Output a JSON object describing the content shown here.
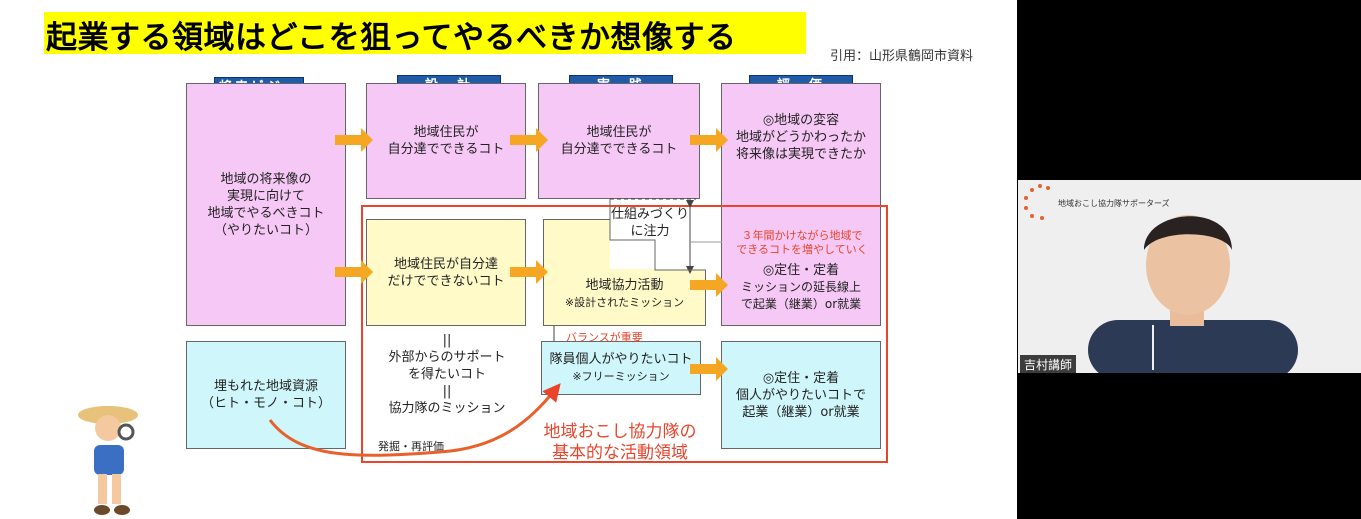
{
  "slide": {
    "title": "起業する領域はどこを狙ってやるべきか想像する",
    "citation": "引用：山形県鶴岡市資料",
    "headers": [
      "将来ビジョン",
      "設　計",
      "実　践",
      "評　価"
    ],
    "vision_box": [
      "地域の将来像の",
      "実現に向けて",
      "地域でやるべきコト",
      "（やりたいコト）"
    ],
    "design_box": [
      "地域住民が",
      "自分達でできるコト"
    ],
    "practice_box": [
      "地域住民が",
      "自分達でできるコト"
    ],
    "eval_box": [
      "◎地域の変容",
      "地域がどうかわったか",
      "将来像は実現できたか"
    ],
    "buried_box": [
      "埋もれた地域資源",
      "（ヒト・モノ・コト）"
    ],
    "cannot_box": [
      "地域住民が自分達",
      "だけでできないコト"
    ],
    "support_text": [
      "||",
      "外部からのサポート",
      "を得たいコト",
      "||",
      "協力隊のミッション"
    ],
    "coop_box": [
      "地域協力活動",
      "※設計されたミッション"
    ],
    "individual_box": [
      "隊員個人がやりたいコト",
      "※フリーミッション"
    ],
    "settle1_box": [
      "◎定住・定着",
      "ミッションの延長線上",
      "で起業（継業）or就業"
    ],
    "settle2_box": [
      "◎定住・定着",
      "個人がやりたいコトで",
      "起業（継業）or就業"
    ],
    "mechanism_text": [
      "仕組みづくり",
      "に注力"
    ],
    "three_years_text": [
      "３年間かけながら地域で",
      "できるコトを増やしていく"
    ],
    "balance_text": "バランスが重要",
    "discover_text": "発掘・再評価",
    "red_area_label": [
      "地域おこし協力隊の",
      "基本的な活動領域"
    ]
  },
  "webcam": {
    "logo_text": "地域おこし協力隊サポーターズ",
    "participant_name": "吉村講師"
  },
  "colors": {
    "title_highlight": "#ffff00",
    "header_blue": "#1f5ba8",
    "pink": "#f5c8f5",
    "yellow": "#fffac8",
    "cyan": "#cff6fa",
    "arrow": "#f5a623",
    "red": "#e8452c"
  }
}
